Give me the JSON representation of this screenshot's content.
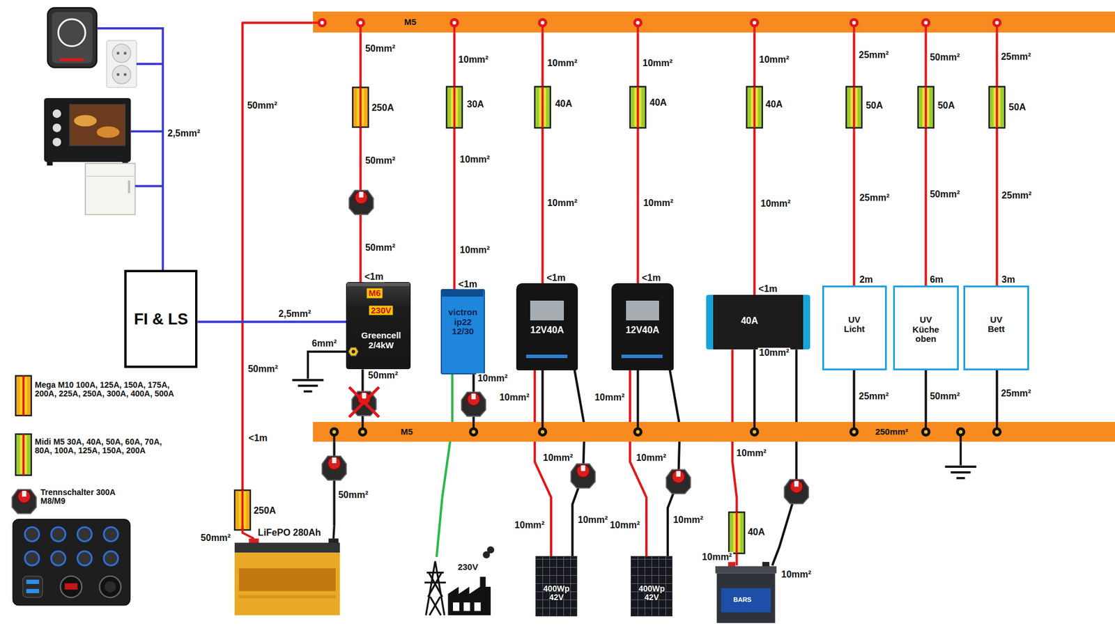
{
  "diagram": {
    "nodes": [
      {
        "text": [
          "M5"
        ]
      },
      {
        "text": [
          "FI & LS"
        ]
      },
      {
        "text": [
          "M6",
          "230V",
          "Greencell 2/4kW"
        ]
      },
      {
        "text": [
          "victron ip22 12/30"
        ]
      },
      {
        "text": [
          "12V40A"
        ]
      },
      {
        "text": [
          "12V40A"
        ]
      },
      {
        "text": [
          "40A"
        ]
      },
      {
        "text": [
          "UV Licht"
        ]
      },
      {
        "text": [
          "UV Küche oben"
        ]
      },
      {
        "text": [
          "UV Bett"
        ]
      },
      {
        "text": [
          "M5",
          "250mm²"
        ]
      },
      {
        "text": [
          "LiFePO 280Ah"
        ]
      },
      {
        "text": [
          "230V"
        ]
      },
      {
        "text": [
          "400Wp 42V"
        ]
      },
      {
        "text": [
          "400Wp 42V"
        ]
      },
      {
        "text": [
          "BARS"
        ]
      }
    ],
    "edges": [
      {
        "from": 0,
        "to": 11,
        "arrow": "none",
        "label": "50mm²"
      },
      {
        "from": 0,
        "to": 2,
        "arrow": "none",
        "label": "50mm²"
      },
      {
        "from": 0,
        "to": 3,
        "arrow": "none",
        "label": "10mm²"
      },
      {
        "from": 0,
        "to": 4,
        "arrow": "none",
        "label": "10mm²"
      },
      {
        "from": 0,
        "to": 5,
        "arrow": "none",
        "label": "10mm²"
      },
      {
        "from": 0,
        "to": 6,
        "arrow": "none",
        "label": "10mm²"
      },
      {
        "from": 0,
        "to": 7,
        "arrow": "none",
        "label": "25mm²"
      },
      {
        "from": 0,
        "to": 8,
        "arrow": "none",
        "label": "50mm²"
      },
      {
        "from": 0,
        "to": 9,
        "arrow": "none",
        "label": "25mm²"
      },
      {
        "from": 2,
        "to": 1,
        "arrow": "none",
        "label": "2,5mm²"
      },
      {
        "from": 2,
        "to": 10,
        "arrow": "none",
        "label": "50mm²"
      },
      {
        "from": 3,
        "to": 10,
        "arrow": "none",
        "label": "10mm²"
      },
      {
        "from": 12,
        "to": 3,
        "arrow": "none"
      },
      {
        "from": 4,
        "to": 10,
        "arrow": "none",
        "label": "10mm²"
      },
      {
        "from": 4,
        "to": 13,
        "arrow": "none",
        "label": "10mm²"
      },
      {
        "from": 4,
        "to": 13,
        "arrow": "none",
        "label": "10mm²"
      },
      {
        "from": 5,
        "to": 10,
        "arrow": "none",
        "label": "10mm²"
      },
      {
        "from": 5,
        "to": 14,
        "arrow": "none",
        "label": "10mm²"
      },
      {
        "from": 5,
        "to": 14,
        "arrow": "none",
        "label": "10mm²"
      },
      {
        "from": 6,
        "to": 10,
        "arrow": "none",
        "label": "10mm²"
      },
      {
        "from": 6,
        "to": 15,
        "arrow": "none",
        "label": "10mm²"
      },
      {
        "from": 6,
        "to": 15,
        "arrow": "none",
        "label": "10mm²"
      },
      {
        "from": 7,
        "to": 10,
        "arrow": "none",
        "label": "25mm²"
      },
      {
        "from": 8,
        "to": 10,
        "arrow": "none",
        "label": "50mm²"
      },
      {
        "from": 9,
        "to": 10,
        "arrow": "none",
        "label": "25mm²"
      },
      {
        "from": 11,
        "to": 10,
        "arrow": "none",
        "label": "50mm²"
      }
    ],
    "labels": [
      "2,5mm²",
      "50mm²",
      "<1m",
      "250A",
      "50mm²",
      "250A",
      "50mm²",
      "50mm²",
      "<1m",
      "30A",
      "10mm²",
      "10mm²",
      "<1m",
      "40A",
      "10mm²",
      "<1m",
      "40A",
      "10mm²",
      "<1m",
      "40A",
      "10mm²",
      "<1m",
      "50A",
      "25mm²",
      "2m",
      "50A",
      "50mm²",
      "6m",
      "50A",
      "25mm²",
      "3m",
      "6mm²",
      "10mm²",
      "10mm²",
      "10mm²",
      "40A"
    ],
    "legend": [
      {
        "text": "Mega M10 100A, 125A, 150A, 175A, 200A, 225A, 250A, 300A, 400A, 500A"
      },
      {
        "text": "Midi M5 30A, 40A, 50A, 60A, 70A, 80A, 100A, 125A, 150A, 200A"
      },
      {
        "text": "Trennschalter 300A M8/M9"
      }
    ]
  }
}
